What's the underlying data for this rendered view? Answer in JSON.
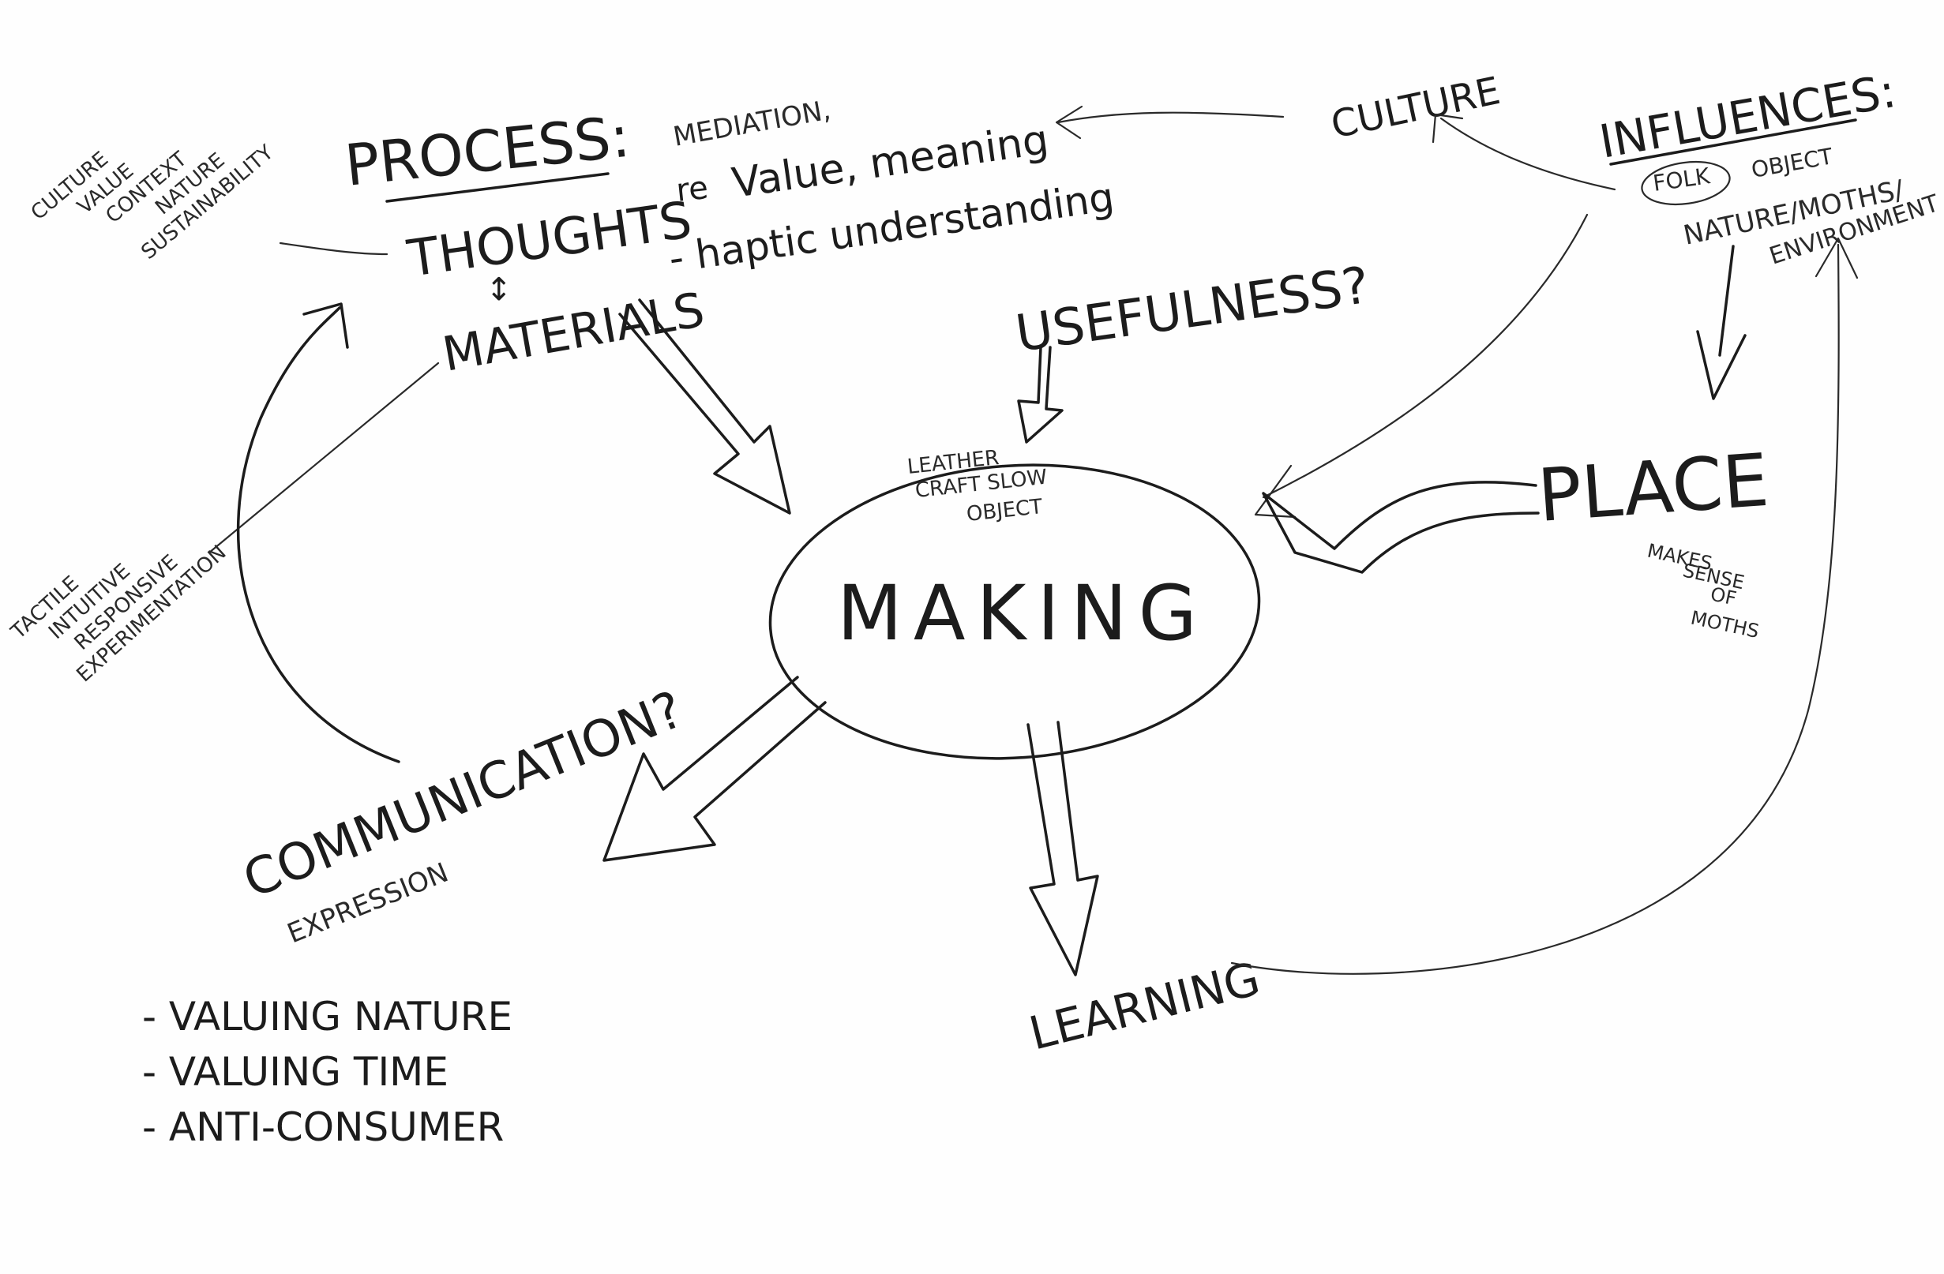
{
  "center": {
    "title": "MAKING",
    "note_line1": "LEATHER",
    "note_line2": "CRAFT SLOW",
    "note_line3": "OBJECT"
  },
  "process": {
    "title": "PROCESS:",
    "thoughts": "THOUGHTS",
    "re": "re",
    "thoughts_note": "Value, meaning",
    "mediation": "MEDIATION,",
    "arrow_glyph": "↕",
    "materials": "MATERIALS",
    "materials_note": "- haptic understanding"
  },
  "left_notes": {
    "line1": "CULTURE",
    "line2": "VALUE",
    "line3": "CONTEXT",
    "line4": "NATURE",
    "line5": "SUSTAINABILITY"
  },
  "method_notes": {
    "line1": "TACTILE",
    "line2": "INTUITIVE",
    "line3": "RESPONSIVE",
    "line4": "EXPERIMENTATION"
  },
  "usefulness": "USEFULNESS?",
  "culture": "CULTURE",
  "influences": {
    "title": "INFLUENCES:",
    "folk": "FOLK",
    "object": "OBJECT",
    "nature": "NATURE/MOTHS/",
    "environment": "ENVIRONMENT"
  },
  "place": {
    "title": "PLACE",
    "note1": "MAKES",
    "note2": "SENSE",
    "note3": "OF",
    "note4": "MOTHS"
  },
  "communication": {
    "title": "COMMUNICATION?",
    "sub": "EXPRESSION"
  },
  "learning": "LEARNING",
  "values": [
    "- VALUING NATURE",
    "- VALUING TIME",
    "- ANTI-CONSUMER"
  ]
}
